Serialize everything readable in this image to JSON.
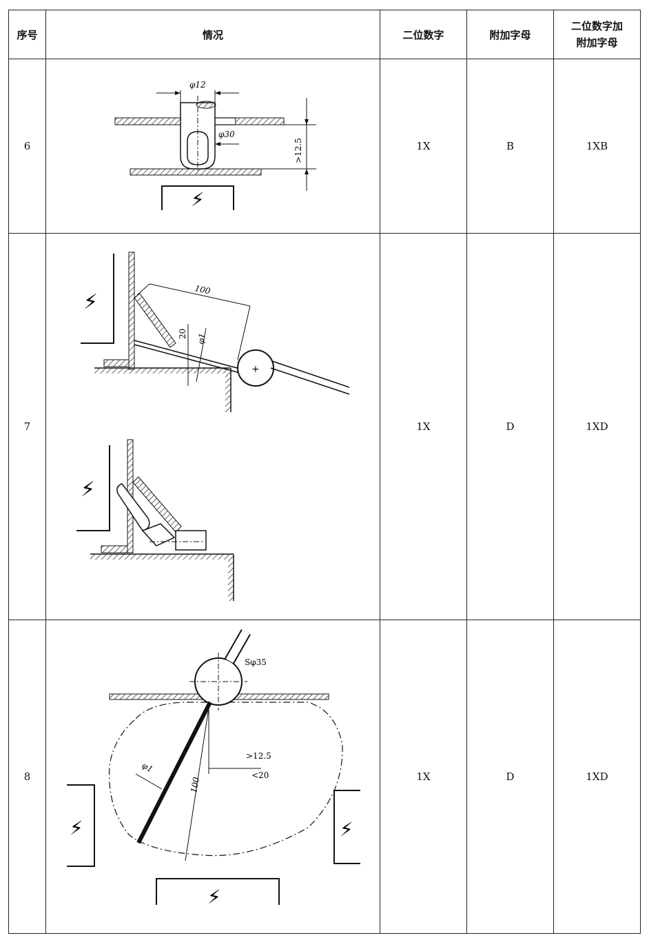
{
  "table": {
    "headers": {
      "index": "序号",
      "situation": "情况",
      "two_digit": "二位数字",
      "extra_letter": "附加字母",
      "combined_line1": "二位数字加",
      "combined_line2": "附加字母"
    },
    "rows": [
      {
        "index": "6",
        "two_digit": "1X",
        "extra_letter": "B",
        "combined": "1XB",
        "figure": {
          "dim_diameter_finger": "φ12",
          "dim_diameter_stop": "φ30",
          "dim_depth": ">12.5"
        }
      },
      {
        "index": "7",
        "two_digit": "1X",
        "extra_letter": "D",
        "combined": "1XD",
        "figure": {
          "dim_length": "100",
          "dim_offset": "20",
          "dim_wire": "φ1",
          "plus_mark": "+"
        }
      },
      {
        "index": "8",
        "two_digit": "1X",
        "extra_letter": "D",
        "combined": "1XD",
        "figure": {
          "dim_sphere": "Sφ35",
          "dim_min": ">12.5",
          "dim_max": "<20",
          "dim_wire": "φ1",
          "dim_length": "100"
        }
      }
    ]
  },
  "colors": {
    "line": "#111111",
    "hatch": "#222222"
  },
  "icons": {
    "hazard": "high-voltage-bolt-icon"
  }
}
